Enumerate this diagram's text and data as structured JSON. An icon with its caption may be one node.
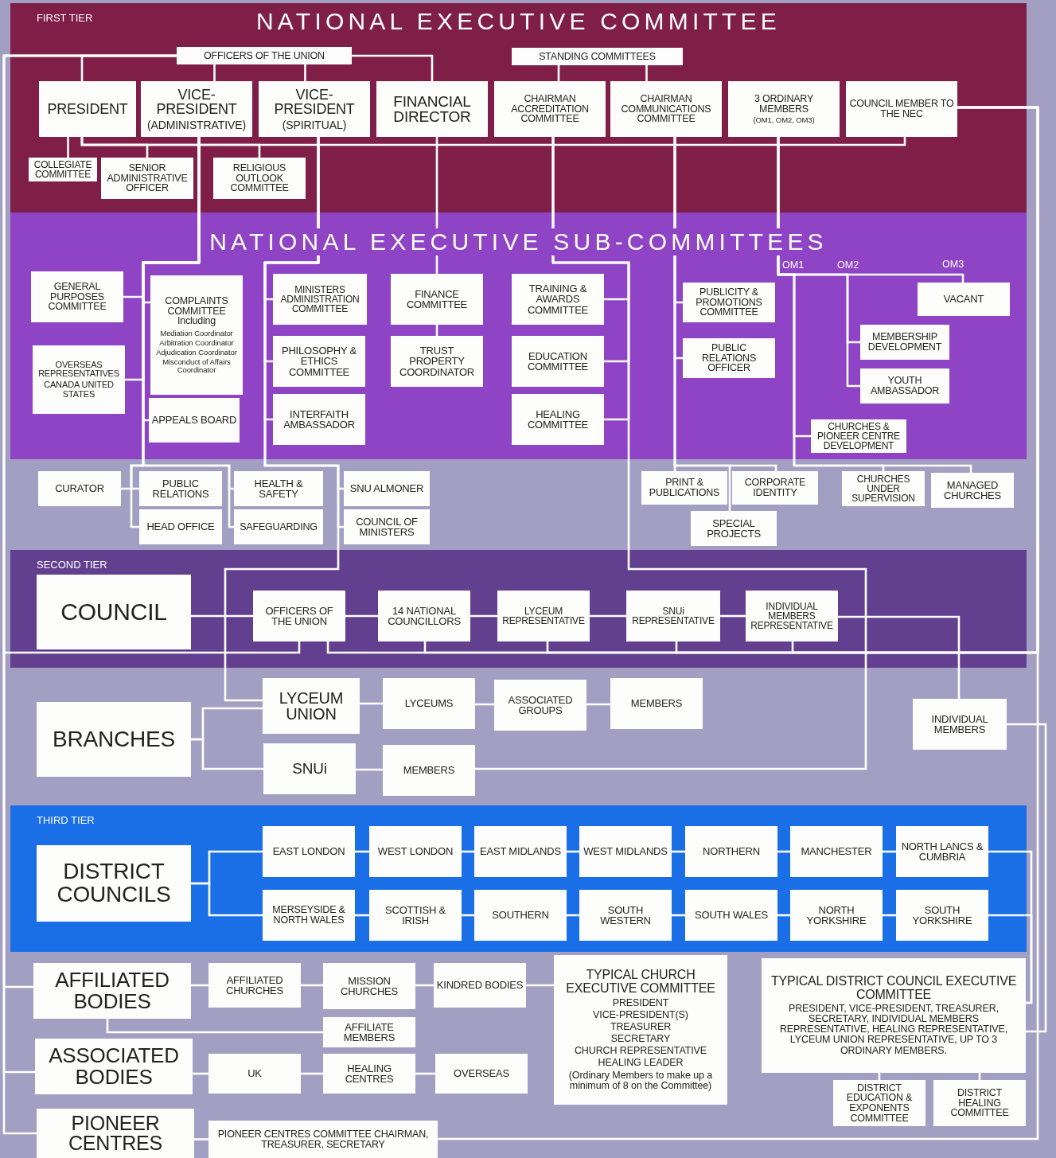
{
  "diagram": {
    "nodes": [
      {
        "text": [
          "FIRST TIER",
          "NATIONAL EXECUTIVE COMMITTEE"
        ]
      },
      {
        "text": [
          "OFFICERS OF THE UNION"
        ],
        "in": 0
      },
      {
        "text": [
          "STANDING COMMITTEES"
        ],
        "in": 0
      },
      {
        "text": [
          "PRESIDENT"
        ],
        "in": 0
      },
      {
        "text": [
          "VICE-PRESIDENT",
          "(ADMINISTRATIVE)"
        ],
        "in": 0
      },
      {
        "text": [
          "VICE-PRESIDENT",
          "(SPIRITUAL)"
        ],
        "in": 0
      },
      {
        "text": [
          "FINANCIAL DIRECTOR"
        ],
        "in": 0
      },
      {
        "text": [
          "CHAIRMAN ACCREDITATION COMMITTEE"
        ],
        "in": 0
      },
      {
        "text": [
          "CHAIRMAN COMMUNICATIONS COMMITTEE"
        ],
        "in": 0
      },
      {
        "text": [
          "3 ORDINARY MEMBERS",
          "(OM1, OM2, OM3)"
        ],
        "in": 0
      },
      {
        "text": [
          "COUNCIL MEMBER TO THE NEC"
        ],
        "in": 0
      },
      {
        "text": [
          "COLLEGIATE COMMITTEE"
        ],
        "in": 0
      },
      {
        "text": [
          "SENIOR ADMINISTRATIVE OFFICER"
        ],
        "in": 0
      },
      {
        "text": [
          "RELIGIOUS OUTLOOK COMMITTEE"
        ],
        "in": 0
      },
      {
        "text": [
          "NATIONAL EXECUTIVE SUB-COMMITTEES"
        ]
      },
      {
        "text": [
          "GENERAL PURPOSES COMMITTEE"
        ],
        "in": 14
      },
      {
        "text": [
          "COMPLAINTS COMMITTEE Including",
          "Mediation Coordinator",
          "Arbitration Coordinator",
          "Adjudication Coordinator",
          "Misconduct of Affairs Coordinator"
        ],
        "in": 14
      },
      {
        "text": [
          "OVERSEAS REPRESENTATIVES",
          "CANADA UNITED STATES"
        ],
        "in": 14
      },
      {
        "text": [
          "APPEALS BOARD"
        ],
        "in": 14
      },
      {
        "text": [
          "MINISTERS ADMINISTRATION COMMITTEE"
        ],
        "in": 14
      },
      {
        "text": [
          "PHILOSOPHY & ETHICS COMMITTEE"
        ],
        "in": 14
      },
      {
        "text": [
          "INTERFAITH AMBASSADOR"
        ],
        "in": 14
      },
      {
        "text": [
          "FINANCE COMMITTEE"
        ],
        "in": 14
      },
      {
        "text": [
          "TRUST PROPERTY COORDINATOR"
        ],
        "in": 14
      },
      {
        "text": [
          "TRAINING & AWARDS COMMITTEE"
        ],
        "in": 14
      },
      {
        "text": [
          "EDUCATION COMMITTEE"
        ],
        "in": 14
      },
      {
        "text": [
          "HEALING COMMITTEE"
        ],
        "in": 14
      },
      {
        "text": [
          "PUBLICITY & PROMOTIONS COMMITTEE"
        ],
        "in": 14
      },
      {
        "text": [
          "PUBLIC RELATIONS OFFICER"
        ],
        "in": 14
      },
      {
        "text": [
          "VACANT"
        ],
        "in": 14
      },
      {
        "text": [
          "MEMBERSHIP DEVELOPMENT"
        ],
        "in": 14
      },
      {
        "text": [
          "YOUTH AMBASSADOR"
        ],
        "in": 14
      },
      {
        "text": [
          "CHURCHES & PIONEER CENTRE DEVELOPMENT"
        ],
        "in": 14
      },
      {
        "text": [
          "CURATOR"
        ]
      },
      {
        "text": [
          "PUBLIC RELATIONS"
        ]
      },
      {
        "text": [
          "HEAD OFFICE"
        ]
      },
      {
        "text": [
          "HEALTH & SAFETY"
        ]
      },
      {
        "text": [
          "SAFEGUARDING"
        ]
      },
      {
        "text": [
          "SNU ALMONER"
        ]
      },
      {
        "text": [
          "COUNCIL OF MINISTERS"
        ]
      },
      {
        "text": [
          "PRINT & PUBLICATIONS"
        ]
      },
      {
        "text": [
          "CORPORATE IDENTITY"
        ]
      },
      {
        "text": [
          "SPECIAL PROJECTS"
        ]
      },
      {
        "text": [
          "CHURCHES UNDER SUPERVISION"
        ]
      },
      {
        "text": [
          "MANAGED CHURCHES"
        ]
      },
      {
        "text": [
          "SECOND TIER"
        ]
      },
      {
        "text": [
          "COUNCIL"
        ],
        "in": 45
      },
      {
        "text": [
          "OFFICERS OF THE UNION"
        ],
        "in": 45
      },
      {
        "text": [
          "14 NATIONAL COUNCILLORS"
        ],
        "in": 45
      },
      {
        "text": [
          "LYCEUM REPRESENTATIVE"
        ],
        "in": 45
      },
      {
        "text": [
          "SNUi REPRESENTATIVE"
        ],
        "in": 45
      },
      {
        "text": [
          "INDIVIDUAL MEMBERS REPRESENTATIVE"
        ],
        "in": 45
      },
      {
        "text": [
          "BRANCHES"
        ]
      },
      {
        "text": [
          "LYCEUM UNION"
        ]
      },
      {
        "text": [
          "SNUi"
        ]
      },
      {
        "text": [
          "LYCEUMS"
        ]
      },
      {
        "text": [
          "ASSOCIATED GROUPS"
        ]
      },
      {
        "text": [
          "MEMBERS"
        ]
      },
      {
        "text": [
          "MEMBERS"
        ]
      },
      {
        "text": [
          "INDIVIDUAL MEMBERS"
        ]
      },
      {
        "text": [
          "THIRD TIER"
        ]
      },
      {
        "text": [
          "DISTRICT COUNCILS"
        ],
        "in": 60
      },
      {
        "text": [
          "EAST LONDON"
        ],
        "in": 60
      },
      {
        "text": [
          "WEST LONDON"
        ],
        "in": 60
      },
      {
        "text": [
          "EAST MIDLANDS"
        ],
        "in": 60
      },
      {
        "text": [
          "WEST MIDLANDS"
        ],
        "in": 60
      },
      {
        "text": [
          "NORTHERN"
        ],
        "in": 60
      },
      {
        "text": [
          "MANCHESTER"
        ],
        "in": 60
      },
      {
        "text": [
          "NORTH LANCS & CUMBRIA"
        ],
        "in": 60
      },
      {
        "text": [
          "MERSEYSIDE & NORTH WALES"
        ],
        "in": 60
      },
      {
        "text": [
          "SCOTTISH & IRISH"
        ],
        "in": 60
      },
      {
        "text": [
          "SOUTHERN"
        ],
        "in": 60
      },
      {
        "text": [
          "SOUTH WESTERN"
        ],
        "in": 60
      },
      {
        "text": [
          "SOUTH WALES"
        ],
        "in": 60
      },
      {
        "text": [
          "NORTH YORKSHIRE"
        ],
        "in": 60
      },
      {
        "text": [
          "SOUTH YORKSHIRE"
        ],
        "in": 60
      },
      {
        "text": [
          "AFFILIATED BODIES"
        ]
      },
      {
        "text": [
          "AFFILIATED CHURCHES"
        ]
      },
      {
        "text": [
          "MISSION CHURCHES"
        ]
      },
      {
        "text": [
          "KINDRED BODIES"
        ]
      },
      {
        "text": [
          "AFFILIATE MEMBERS"
        ]
      },
      {
        "text": [
          "ASSOCIATED BODIES"
        ]
      },
      {
        "text": [
          "UK"
        ]
      },
      {
        "text": [
          "HEALING CENTRES"
        ]
      },
      {
        "text": [
          "OVERSEAS"
        ]
      },
      {
        "text": [
          "PIONEER CENTRES"
        ]
      },
      {
        "text": [
          "PIONEER CENTRES COMMITTEE CHAIRMAN, TREASURER, SECRETARY"
        ]
      },
      {
        "text": [
          "TYPICAL CHURCH EXECUTIVE COMMITTEE",
          "PRESIDENT",
          "VICE-PRESIDENT(S)",
          "TREASURER",
          "SECRETARY",
          "CHURCH REPRESENTATIVE",
          "HEALING LEADER",
          "(Ordinary Members to make up a minimum of 8 on the Committee)"
        ]
      },
      {
        "text": [
          "TYPICAL DISTRICT COUNCIL EXECUTIVE COMMITTEE",
          "PRESIDENT, VICE-PRESIDENT, TREASURER, SECRETARY, INDIVIDUAL MEMBERS REPRESENTATIVE, HEALING REPRESENTATIVE, LYCEUM UNION REPRESENTATIVE, UP TO 3 ORDINARY MEMBERS."
        ]
      },
      {
        "text": [
          "DISTRICT EDUCATION & EXPONENTS COMMITTEE"
        ]
      },
      {
        "text": [
          "DISTRICT HEALING COMMITTEE"
        ]
      }
    ],
    "edges": [
      {
        "from": 1,
        "to": 3,
        "arrow": "none"
      },
      {
        "from": 1,
        "to": 4,
        "arrow": "none"
      },
      {
        "from": 1,
        "to": 5,
        "arrow": "none"
      },
      {
        "from": 1,
        "to": 6,
        "arrow": "none"
      },
      {
        "from": 2,
        "to": 7,
        "arrow": "none"
      },
      {
        "from": 2,
        "to": 8,
        "arrow": "none"
      },
      {
        "from": 3,
        "to": 11,
        "arrow": "none"
      },
      {
        "from": 3,
        "to": 12,
        "arrow": "none"
      },
      {
        "from": 3,
        "to": 13,
        "arrow": "none"
      },
      {
        "from": 3,
        "to": 10,
        "arrow": "none"
      },
      {
        "from": 4,
        "to": 15,
        "arrow": "none"
      },
      {
        "from": 4,
        "to": 16,
        "arrow": "none"
      },
      {
        "from": 4,
        "to": 17,
        "arrow": "none"
      },
      {
        "from": 4,
        "to": 18,
        "arrow": "none"
      },
      {
        "from": 4,
        "to": 33,
        "arrow": "none"
      },
      {
        "from": 4,
        "to": 34,
        "arrow": "none"
      },
      {
        "from": 4,
        "to": 35,
        "arrow": "none"
      },
      {
        "from": 4,
        "to": 36,
        "arrow": "none"
      },
      {
        "from": 4,
        "to": 37,
        "arrow": "none"
      },
      {
        "from": 5,
        "to": 19,
        "arrow": "none"
      },
      {
        "from": 5,
        "to": 20,
        "arrow": "none"
      },
      {
        "from": 5,
        "to": 21,
        "arrow": "none"
      },
      {
        "from": 5,
        "to": 38,
        "arrow": "none"
      },
      {
        "from": 5,
        "to": 39,
        "arrow": "none"
      },
      {
        "from": 5,
        "to": 53,
        "arrow": "none"
      },
      {
        "from": 6,
        "to": 22,
        "arrow": "none"
      },
      {
        "from": 22,
        "to": 23,
        "arrow": "none"
      },
      {
        "from": 7,
        "to": 24,
        "arrow": "none"
      },
      {
        "from": 7,
        "to": 25,
        "arrow": "none"
      },
      {
        "from": 7,
        "to": 26,
        "arrow": "none"
      },
      {
        "from": 7,
        "to": 58,
        "arrow": "none"
      },
      {
        "from": 8,
        "to": 27,
        "arrow": "none"
      },
      {
        "from": 8,
        "to": 28,
        "arrow": "none"
      },
      {
        "from": 8,
        "to": 40,
        "arrow": "none"
      },
      {
        "from": 8,
        "to": 41,
        "arrow": "none"
      },
      {
        "from": 8,
        "to": 42,
        "arrow": "none"
      },
      {
        "from": 9,
        "to": 29,
        "arrow": "none",
        "label": "OM3"
      },
      {
        "from": 9,
        "to": 30,
        "arrow": "none",
        "label": "OM2"
      },
      {
        "from": 9,
        "to": 31,
        "arrow": "none"
      },
      {
        "from": 9,
        "to": 32,
        "arrow": "none",
        "label": "OM1"
      },
      {
        "from": 9,
        "to": 43,
        "arrow": "none"
      },
      {
        "from": 9,
        "to": 44,
        "arrow": "none"
      },
      {
        "from": 10,
        "to": 51,
        "arrow": "none"
      },
      {
        "from": 1,
        "to": 47,
        "arrow": "none"
      },
      {
        "from": 46,
        "to": 47,
        "arrow": "none"
      },
      {
        "from": 47,
        "to": 48,
        "arrow": "none"
      },
      {
        "from": 48,
        "to": 49,
        "arrow": "none"
      },
      {
        "from": 49,
        "to": 50,
        "arrow": "none"
      },
      {
        "from": 50,
        "to": 51,
        "arrow": "none"
      },
      {
        "from": 10,
        "to": 47,
        "arrow": "none"
      },
      {
        "from": 10,
        "to": 48,
        "arrow": "none"
      },
      {
        "from": 10,
        "to": 49,
        "arrow": "none"
      },
      {
        "from": 10,
        "to": 50,
        "arrow": "none"
      },
      {
        "from": 51,
        "to": 59,
        "arrow": "none"
      },
      {
        "from": 52,
        "to": 53,
        "arrow": "none"
      },
      {
        "from": 52,
        "to": 54,
        "arrow": "none"
      },
      {
        "from": 53,
        "to": 55,
        "arrow": "none"
      },
      {
        "from": 55,
        "to": 56,
        "arrow": "none"
      },
      {
        "from": 56,
        "to": 57,
        "arrow": "none"
      },
      {
        "from": 54,
        "to": 58,
        "arrow": "none"
      },
      {
        "from": 59,
        "to": 88,
        "arrow": "none"
      },
      {
        "from": 61,
        "to": 62,
        "arrow": "none"
      },
      {
        "from": 61,
        "to": 69,
        "arrow": "none"
      },
      {
        "from": 62,
        "to": 63,
        "arrow": "none"
      },
      {
        "from": 63,
        "to": 64,
        "arrow": "none"
      },
      {
        "from": 64,
        "to": 65,
        "arrow": "none"
      },
      {
        "from": 65,
        "to": 66,
        "arrow": "none"
      },
      {
        "from": 66,
        "to": 67,
        "arrow": "none"
      },
      {
        "from": 67,
        "to": 68,
        "arrow": "none"
      },
      {
        "from": 69,
        "to": 70,
        "arrow": "none"
      },
      {
        "from": 70,
        "to": 71,
        "arrow": "none"
      },
      {
        "from": 71,
        "to": 72,
        "arrow": "none"
      },
      {
        "from": 72,
        "to": 73,
        "arrow": "none"
      },
      {
        "from": 73,
        "to": 74,
        "arrow": "none"
      },
      {
        "from": 74,
        "to": 75,
        "arrow": "none"
      },
      {
        "from": 68,
        "to": 88,
        "arrow": "none"
      },
      {
        "from": 75,
        "to": 88,
        "arrow": "none"
      },
      {
        "from": 76,
        "to": 77,
        "arrow": "none"
      },
      {
        "from": 77,
        "to": 78,
        "arrow": "none"
      },
      {
        "from": 78,
        "to": 79,
        "arrow": "none"
      },
      {
        "from": 79,
        "to": 87,
        "arrow": "none"
      },
      {
        "from": 76,
        "to": 80,
        "arrow": "none"
      },
      {
        "from": 81,
        "to": 82,
        "arrow": "none"
      },
      {
        "from": 82,
        "to": 83,
        "arrow": "none"
      },
      {
        "from": 83,
        "to": 84,
        "arrow": "none"
      },
      {
        "from": 85,
        "to": 86,
        "arrow": "none"
      },
      {
        "from": 1,
        "to": 76,
        "arrow": "none"
      },
      {
        "from": 1,
        "to": 81,
        "arrow": "none"
      },
      {
        "from": 1,
        "to": 85,
        "arrow": "none"
      },
      {
        "from": 10,
        "to": 86,
        "arrow": "none"
      },
      {
        "from": 88,
        "to": 89,
        "arrow": "none"
      },
      {
        "from": 88,
        "to": 90,
        "arrow": "none"
      }
    ]
  }
}
